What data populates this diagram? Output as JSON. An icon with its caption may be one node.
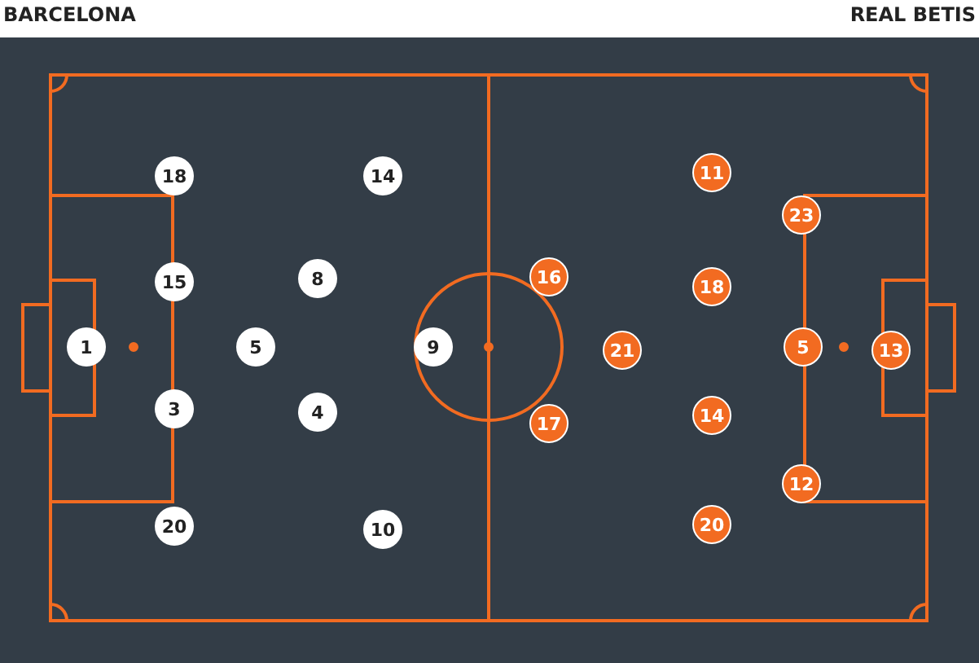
{
  "diagram": {
    "nodes": [
      {
        "text": [
          "1"
        ]
      },
      {
        "text": [
          "18"
        ]
      },
      {
        "text": [
          "15"
        ]
      },
      {
        "text": [
          "3"
        ]
      },
      {
        "text": [
          "20"
        ]
      },
      {
        "text": [
          "5"
        ]
      },
      {
        "text": [
          "8"
        ]
      },
      {
        "text": [
          "4"
        ]
      },
      {
        "text": [
          "14"
        ]
      },
      {
        "text": [
          "10"
        ]
      },
      {
        "text": [
          "9"
        ]
      },
      {
        "text": [
          "16"
        ]
      },
      {
        "text": [
          "17"
        ]
      },
      {
        "text": [
          "21"
        ]
      },
      {
        "text": [
          "11"
        ]
      },
      {
        "text": [
          "18"
        ]
      },
      {
        "text": [
          "14"
        ]
      },
      {
        "text": [
          "20"
        ]
      },
      {
        "text": [
          "23"
        ]
      },
      {
        "text": [
          "5"
        ]
      },
      {
        "text": [
          "12"
        ]
      },
      {
        "text": [
          "13"
        ]
      }
    ],
    "edges": [],
    "labels": [
      "BARCELONA",
      "REAL BETIS"
    ]
  }
}
